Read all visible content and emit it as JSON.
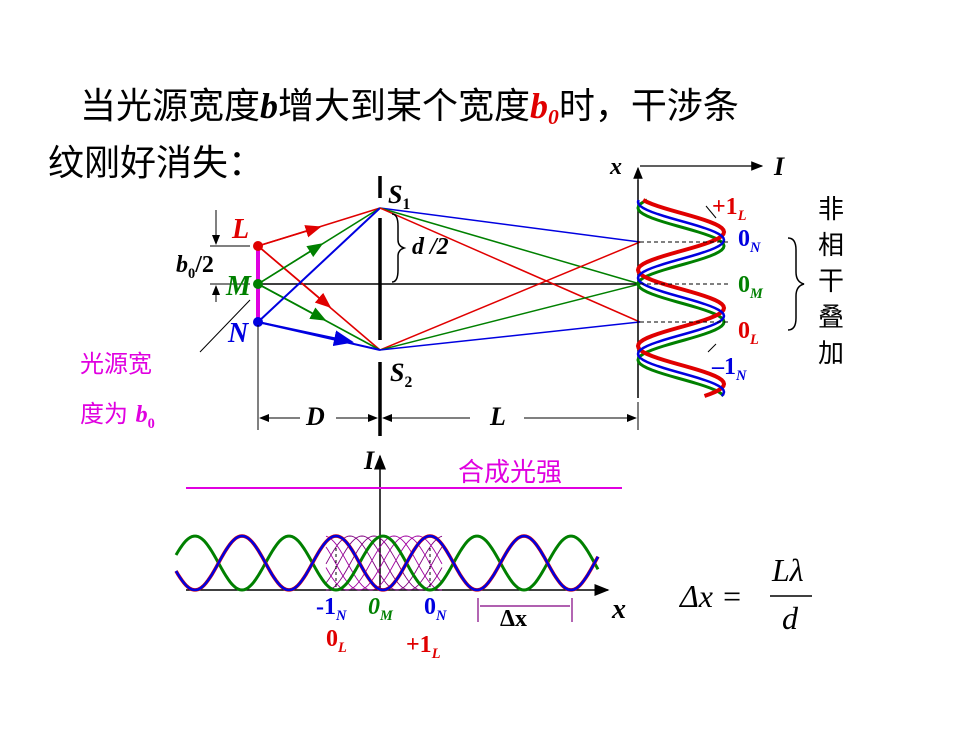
{
  "heading": {
    "line1_a": "当光源宽度",
    "var_b": "b",
    "line1_b": "增大到某个宽度",
    "var_b0": "b",
    "sub0": "0",
    "line1_c": "时，干涉条",
    "line2": "纹刚好消失："
  },
  "labels": {
    "L": "L",
    "M": "M",
    "N": "N",
    "b0_over_2": "b",
    "b0_sub": "0",
    "b0_rest": "/2",
    "d_over_2": "d /2",
    "S": "S",
    "s1_sub": "1",
    "s2_sub": "2",
    "D": "D",
    "dist_L": "L",
    "x_axis": "x",
    "I_axis": "I",
    "plus1": "+1",
    "zero": "0",
    "minus1": "–1",
    "sub_L": "L",
    "sub_M": "M",
    "sub_N": "N"
  },
  "source_note": {
    "line1": "光源宽",
    "line2": "度为",
    "var": "b",
    "sub": "0"
  },
  "side_note": [
    "非",
    "相",
    "干",
    "叠",
    "加"
  ],
  "bottom": {
    "I": "I",
    "x": "x",
    "title": "合成光强",
    "m1": "-1",
    "m1_sub": "N",
    "zM": "0",
    "zM_sub": "M",
    "zN": "0",
    "zN_sub": "N",
    "zL": "0",
    "zL_sub": "L",
    "p1": "+1",
    "p1_sub": "L",
    "dx": "Δx"
  },
  "formula": {
    "lhs": "Δx =",
    "num": "Lλ",
    "den": "d"
  },
  "colors": {
    "red": "#e00000",
    "green": "#008000",
    "blue": "#0000e0",
    "magenta": "#e000e0",
    "purple": "#800080"
  }
}
